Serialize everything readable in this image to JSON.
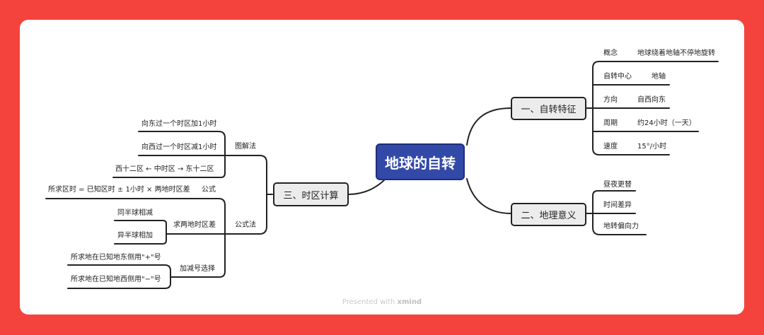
{
  "central": "地球的自转",
  "right": {
    "rotation": {
      "title": "一、自转特征",
      "items": [
        {
          "label": "概念",
          "value": "地球绕着地轴不停地旋转"
        },
        {
          "label": "自转中心",
          "value": "地轴"
        },
        {
          "label": "方向",
          "value": "自西向东"
        },
        {
          "label": "周期",
          "value": "约24小时（一天）"
        },
        {
          "label": "速度",
          "value": "15°/小时"
        }
      ]
    },
    "geography": {
      "title": "二、地理意义",
      "items": [
        "昼夜更替",
        "时间差异",
        "地转偏向力"
      ]
    }
  },
  "left": {
    "title": "三、时区计算",
    "diagram": {
      "label": "图解法",
      "items": [
        "向东过一个时区加1小时",
        "向西过一个时区减1小时",
        "西十二区 ← 中时区 → 东十二区"
      ]
    },
    "formula": {
      "label": "公式法",
      "formula": {
        "label": "公式",
        "value": "所求区时 = 已知区时 ± 1小时 × 两地时区差"
      },
      "diff": {
        "label": "求两地时区差",
        "items": [
          "同半球相减",
          "异半球相加"
        ]
      },
      "sign": {
        "label": "加减号选择",
        "items": [
          "所求地在已知地东侧用\"+\"号",
          "所求地在已知地西侧用\"−\"号"
        ]
      }
    }
  },
  "footer": {
    "prefix": "Presented with",
    "brand": "xmind"
  }
}
